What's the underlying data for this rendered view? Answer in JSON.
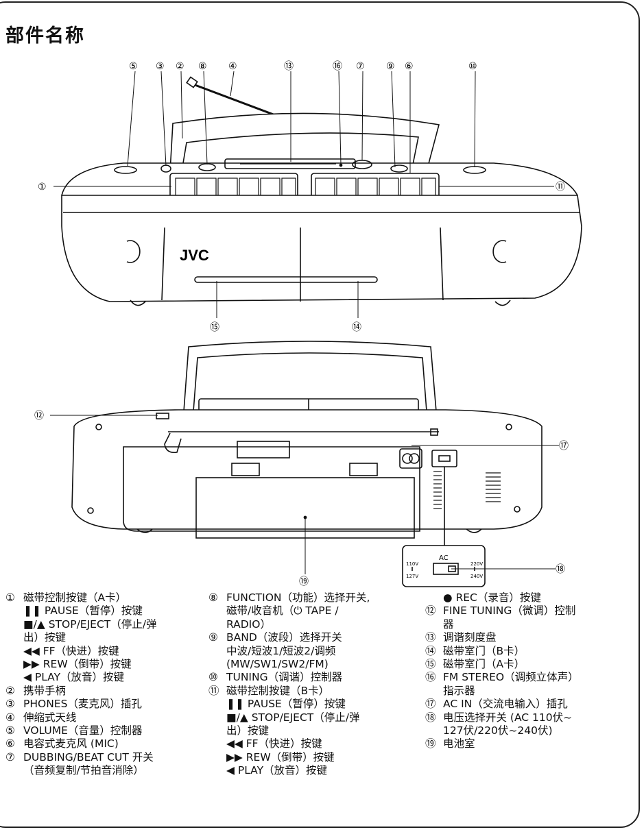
{
  "page": {
    "title": "部件名称"
  },
  "device": {
    "brand": "JVC"
  },
  "callouts": {
    "c1": "①",
    "c2": "②",
    "c3": "③",
    "c4": "④",
    "c5": "⑤",
    "c6": "⑥",
    "c7": "⑦",
    "c8": "⑧",
    "c9": "⑨",
    "c10": "⑩",
    "c11": "⑪",
    "c12": "⑫",
    "c13": "⑬",
    "c14": "⑭",
    "c15": "⑮",
    "c16": "⑯",
    "c17": "⑰",
    "c18": "⑱",
    "c19": "⑲"
  },
  "selector": {
    "title": "AC",
    "left_top": "110V",
    "left_bottom": "127V",
    "right_top": "220V",
    "right_bottom": "240V"
  },
  "legend": {
    "col1": [
      {
        "num": "①",
        "text": "磁带控制按键（A卡）"
      },
      {
        "num": "",
        "text": "❚❚ PAUSE（暂停）按键"
      },
      {
        "num": "",
        "text": "■/▲ STOP/EJECT（停止/弹"
      },
      {
        "num": "",
        "text": "出）按键"
      },
      {
        "num": "",
        "text": "◀◀ FF（快进）按键"
      },
      {
        "num": "",
        "text": "▶▶ REW（倒带）按键"
      },
      {
        "num": "",
        "text": "◀ PLAY（放音）按键"
      },
      {
        "num": "②",
        "text": "携带手柄"
      },
      {
        "num": "③",
        "text": "PHONES（麦克风）插孔"
      },
      {
        "num": "④",
        "text": "伸缩式天线"
      },
      {
        "num": "⑤",
        "text": "VOLUME（音量）控制器"
      },
      {
        "num": "⑥",
        "text": "电容式麦克风 (MIC)"
      },
      {
        "num": "⑦",
        "text": "DUBBING/BEAT CUT 开关"
      },
      {
        "num": "",
        "text": "（音频复制/节拍音消除）"
      }
    ],
    "col2": [
      {
        "num": "⑧",
        "text": "FUNCTION（功能）选择开关,"
      },
      {
        "num": "",
        "text": "磁带/收音机（⏻ TAPE /"
      },
      {
        "num": "",
        "text": "RADIO）"
      },
      {
        "num": "⑨",
        "text": "BAND（波段）选择开关"
      },
      {
        "num": "",
        "text": "中波/短波1/短波2/调频"
      },
      {
        "num": "",
        "text": "(MW/SW1/SW2/FM)"
      },
      {
        "num": "⑩",
        "text": "TUNING（调谐）控制器"
      },
      {
        "num": "⑪",
        "text": "磁带控制按键（B卡）"
      },
      {
        "num": "",
        "text": "❚❚ PAUSE（暂停）按键"
      },
      {
        "num": "",
        "text": "■/▲ STOP/EJECT（停止/弹"
      },
      {
        "num": "",
        "text": "出）按键"
      },
      {
        "num": "",
        "text": "◀◀ FF（快进）按键"
      },
      {
        "num": "",
        "text": "▶▶ REW（倒带）按键"
      },
      {
        "num": "",
        "text": "◀ PLAY（放音）按键"
      }
    ],
    "col3": [
      {
        "num": "",
        "text": "● REC（录音）按键"
      },
      {
        "num": "⑫",
        "text": "FINE TUNING（微调）控制"
      },
      {
        "num": "",
        "text": "器"
      },
      {
        "num": "⑬",
        "text": "调谐刻度盘"
      },
      {
        "num": "⑭",
        "text": "磁带室门（B卡）"
      },
      {
        "num": "⑮",
        "text": "磁带室门（A卡）"
      },
      {
        "num": "⑯",
        "text": "FM STEREO（调频立体声）"
      },
      {
        "num": "",
        "text": "指示器"
      },
      {
        "num": "⑰",
        "text": "AC IN（交流电输入）插孔"
      },
      {
        "num": "⑱",
        "text": "电压选择开关 (AC 110伏~"
      },
      {
        "num": "",
        "text": "127伏/220伏~240伏)"
      },
      {
        "num": "⑲",
        "text": "电池室"
      }
    ]
  }
}
